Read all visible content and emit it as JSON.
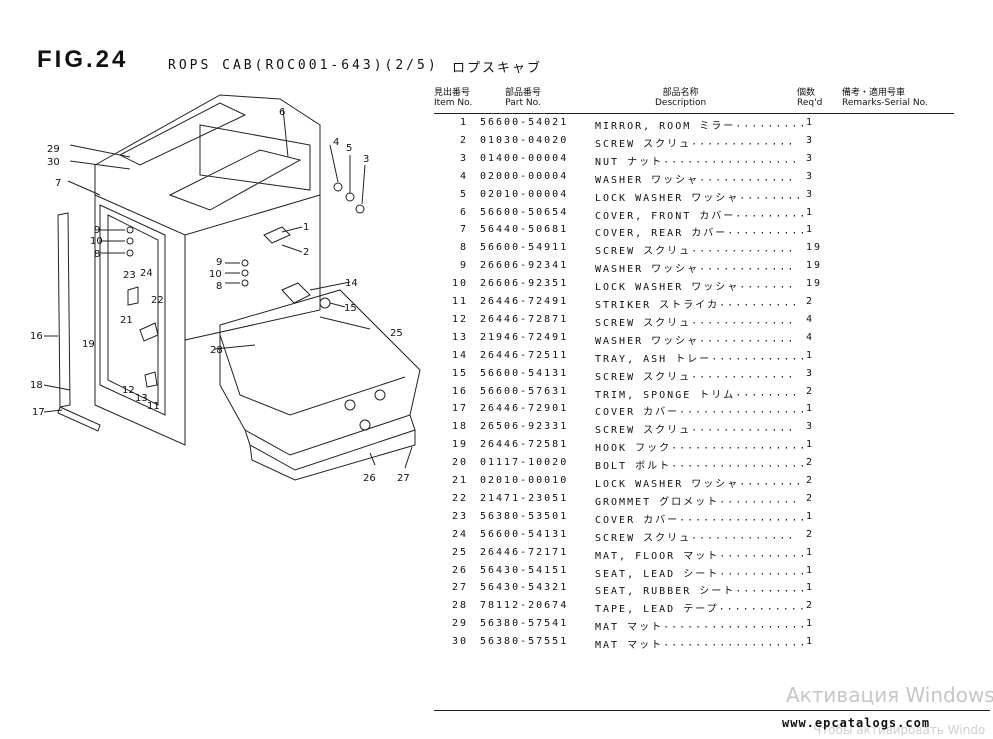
{
  "figure": {
    "title": "FIG.24",
    "subtitle": "ROPS CAB(ROC001-643)(2/5)",
    "japanese_title": "ロプスキャブ"
  },
  "table_header": {
    "item_jp": "見出番号",
    "item_en": "Item No.",
    "part_jp": "部品番号",
    "part_en": "Part No.",
    "desc_jp": "部品名称",
    "desc_en": "Description",
    "qty_jp": "個数",
    "qty_en": "Req'd",
    "remarks_jp": "備考・適用号車",
    "remarks_en": "Remarks-Serial No."
  },
  "parts": [
    {
      "no": "1",
      "part": "56600-54021",
      "desc": "MIRROR, ROOM ミラー·········",
      "qty": "1"
    },
    {
      "no": "2",
      "part": "01030-04020",
      "desc": "SCREW スクリュ·············",
      "qty": "3"
    },
    {
      "no": "3",
      "part": "01400-00004",
      "desc": "NUT ナット·················",
      "qty": "3"
    },
    {
      "no": "4",
      "part": "02000-00004",
      "desc": "WASHER ワッシャ············",
      "qty": "3"
    },
    {
      "no": "5",
      "part": "02010-00004",
      "desc": "LOCK WASHER ワッシャ········",
      "qty": "3"
    },
    {
      "no": "6",
      "part": "56600-50654",
      "desc": "COVER, FRONT カバー·········",
      "qty": "1"
    },
    {
      "no": "7",
      "part": "56440-50681",
      "desc": "COVER, REAR カバー··········",
      "qty": "1"
    },
    {
      "no": "8",
      "part": "56600-54911",
      "desc": "SCREW スクリュ·············",
      "qty": "19"
    },
    {
      "no": "9",
      "part": "26606-92341",
      "desc": "WASHER ワッシャ············",
      "qty": "19"
    },
    {
      "no": "10",
      "part": "26606-92351",
      "desc": "LOCK WASHER ワッシャ·······",
      "qty": "19"
    },
    {
      "no": "11",
      "part": "26446-72491",
      "desc": "STRIKER ストライカ··········",
      "qty": "2"
    },
    {
      "no": "12",
      "part": "26446-72871",
      "desc": "SCREW スクリュ·············",
      "qty": "4"
    },
    {
      "no": "13",
      "part": "21946-72491",
      "desc": "WASHER ワッシャ············",
      "qty": "4"
    },
    {
      "no": "14",
      "part": "26446-72511",
      "desc": "TRAY, ASH トレー············",
      "qty": "1"
    },
    {
      "no": "15",
      "part": "56600-54131",
      "desc": "SCREW スクリュ·············",
      "qty": "3"
    },
    {
      "no": "16",
      "part": "56600-57631",
      "desc": "TRIM, SPONGE トリム········",
      "qty": "2"
    },
    {
      "no": "17",
      "part": "26446-72901",
      "desc": "COVER カバー················",
      "qty": "1"
    },
    {
      "no": "18",
      "part": "26506-92331",
      "desc": "SCREW スクリュ·············",
      "qty": "3"
    },
    {
      "no": "19",
      "part": "26446-72581",
      "desc": "HOOK フック·················",
      "qty": "1"
    },
    {
      "no": "20",
      "part": "01117-10020",
      "desc": "BOLT ボルト·················",
      "qty": "2"
    },
    {
      "no": "21",
      "part": "02010-00010",
      "desc": "LOCK WASHER ワッシャ········",
      "qty": "2"
    },
    {
      "no": "22",
      "part": "21471-23051",
      "desc": "GROMMET グロメット··········",
      "qty": "2"
    },
    {
      "no": "23",
      "part": "56380-53501",
      "desc": "COVER カバー················",
      "qty": "1"
    },
    {
      "no": "24",
      "part": "56600-54131",
      "desc": "SCREW スクリュ·············",
      "qty": "2"
    },
    {
      "no": "25",
      "part": "26446-72171",
      "desc": "MAT, FLOOR マット···········",
      "qty": "1"
    },
    {
      "no": "26",
      "part": "56430-54151",
      "desc": "SEAT, LEAD シート···········",
      "qty": "1"
    },
    {
      "no": "27",
      "part": "56430-54321",
      "desc": "SEAT, RUBBER シート·········",
      "qty": "1"
    },
    {
      "no": "28",
      "part": "78112-20674",
      "desc": "TAPE, LEAD テープ···········",
      "qty": "2"
    },
    {
      "no": "29",
      "part": "56380-57541",
      "desc": "MAT マット··················",
      "qty": "1"
    },
    {
      "no": "30",
      "part": "56380-57551",
      "desc": "MAT マット··················",
      "qty": "1"
    }
  ],
  "callouts": [
    "1",
    "2",
    "3",
    "4",
    "5",
    "6",
    "7",
    "8",
    "9",
    "10",
    "11",
    "12",
    "13",
    "14",
    "15",
    "16",
    "17",
    "18",
    "19",
    "21",
    "22",
    "23",
    "24",
    "25",
    "26",
    "27",
    "28",
    "29",
    "30"
  ],
  "footer": {
    "site": "www.epcatalogs.com",
    "watermark": "Активация Windows",
    "watermark_sub": "Чтобы активировать Windo"
  }
}
